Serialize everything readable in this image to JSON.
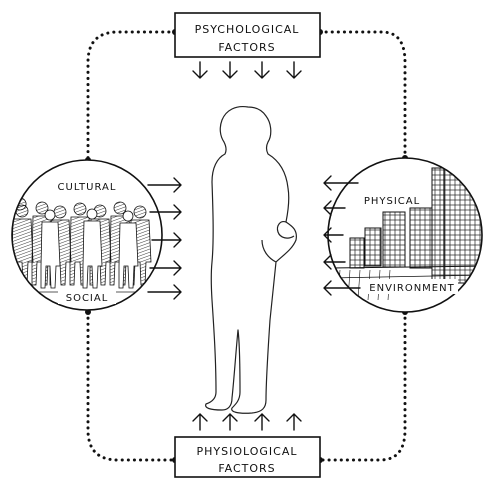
{
  "top_box": {
    "line1": "PSYCHOLOGICAL",
    "line2": "FACTORS"
  },
  "bottom_box": {
    "line1": "PHYSIOLOGICAL",
    "line2": "FACTORS"
  },
  "left_circle": {
    "top_label": "CULTURAL",
    "bottom_label": "SOCIAL"
  },
  "right_circle": {
    "top_label": "PHYSICAL",
    "bottom_label": "ENVIRONMENT"
  }
}
